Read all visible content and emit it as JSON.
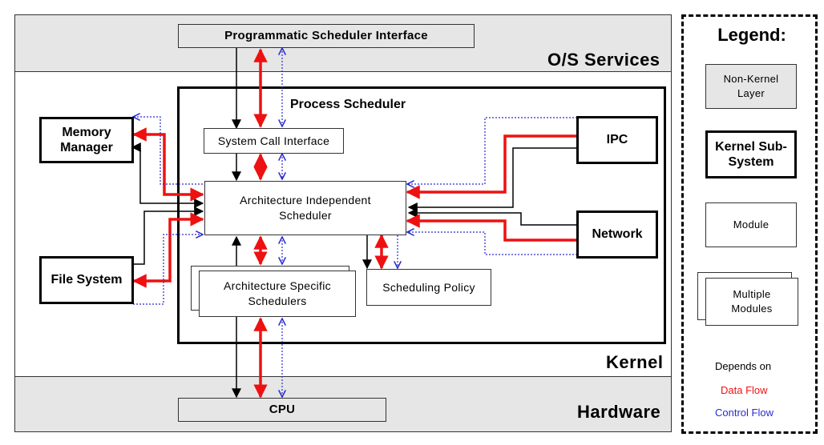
{
  "layers": {
    "os_services": "O/S Services",
    "kernel": "Kernel",
    "hardware": "Hardware"
  },
  "boxes": {
    "programmatic_interface": "Programmatic Scheduler Interface",
    "process_scheduler": "Process Scheduler",
    "system_call_interface": "System Call Interface",
    "architecture_independent_scheduler": "Architecture Independent Scheduler",
    "architecture_specific_schedulers": "Architecture Specific Schedulers",
    "scheduling_policy": "Scheduling Policy",
    "memory_manager": "Memory Manager",
    "file_system": "File System",
    "ipc": "IPC",
    "network": "Network",
    "cpu": "CPU"
  },
  "legend": {
    "title": "Legend:",
    "non_kernel_layer": "Non-Kernel Layer",
    "kernel_subsystem": "Kernel Sub-System",
    "module": "Module",
    "multiple_modules": "Multiple Modules",
    "depends_on": "Depends on",
    "data_flow": "Data Flow",
    "control_flow": "Control Flow"
  },
  "colors": {
    "depends": "#000000",
    "data_flow": "#ee1111",
    "control_flow": "#2a2ad0",
    "layer_fill": "#e6e6e6"
  }
}
